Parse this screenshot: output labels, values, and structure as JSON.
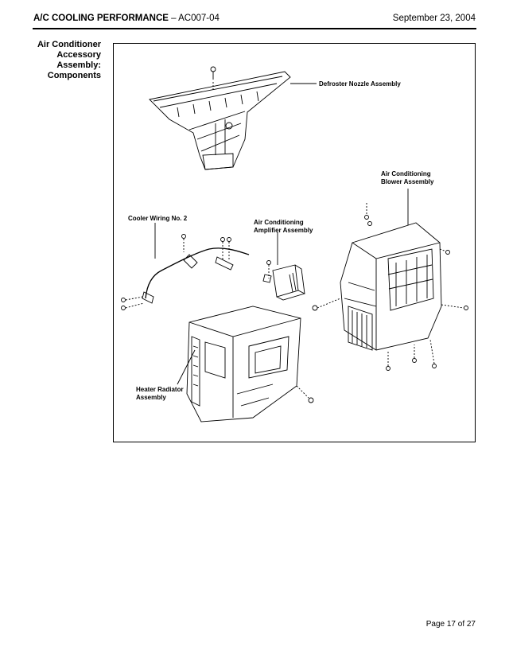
{
  "header": {
    "title": "A/C COOLING PERFORMANCE",
    "separator": " – ",
    "doc_code": "AC007-04",
    "date": "September 23, 2004"
  },
  "section": {
    "line1": "Air Conditioner",
    "line2": "Accessory",
    "line3": "Assembly:",
    "line4": "Components"
  },
  "diagram": {
    "labels": {
      "defroster": "Defroster Nozzle Assembly",
      "blower_1": "Air Conditioning",
      "blower_2": "Blower Assembly",
      "wiring": "Cooler Wiring No. 2",
      "amp_1": "Air Conditioning",
      "amp_2": "Amplifier Assembly",
      "heater_1": "Heater Radiator",
      "heater_2": "Assembly"
    }
  },
  "footer": {
    "page": "Page 17 of 27"
  }
}
